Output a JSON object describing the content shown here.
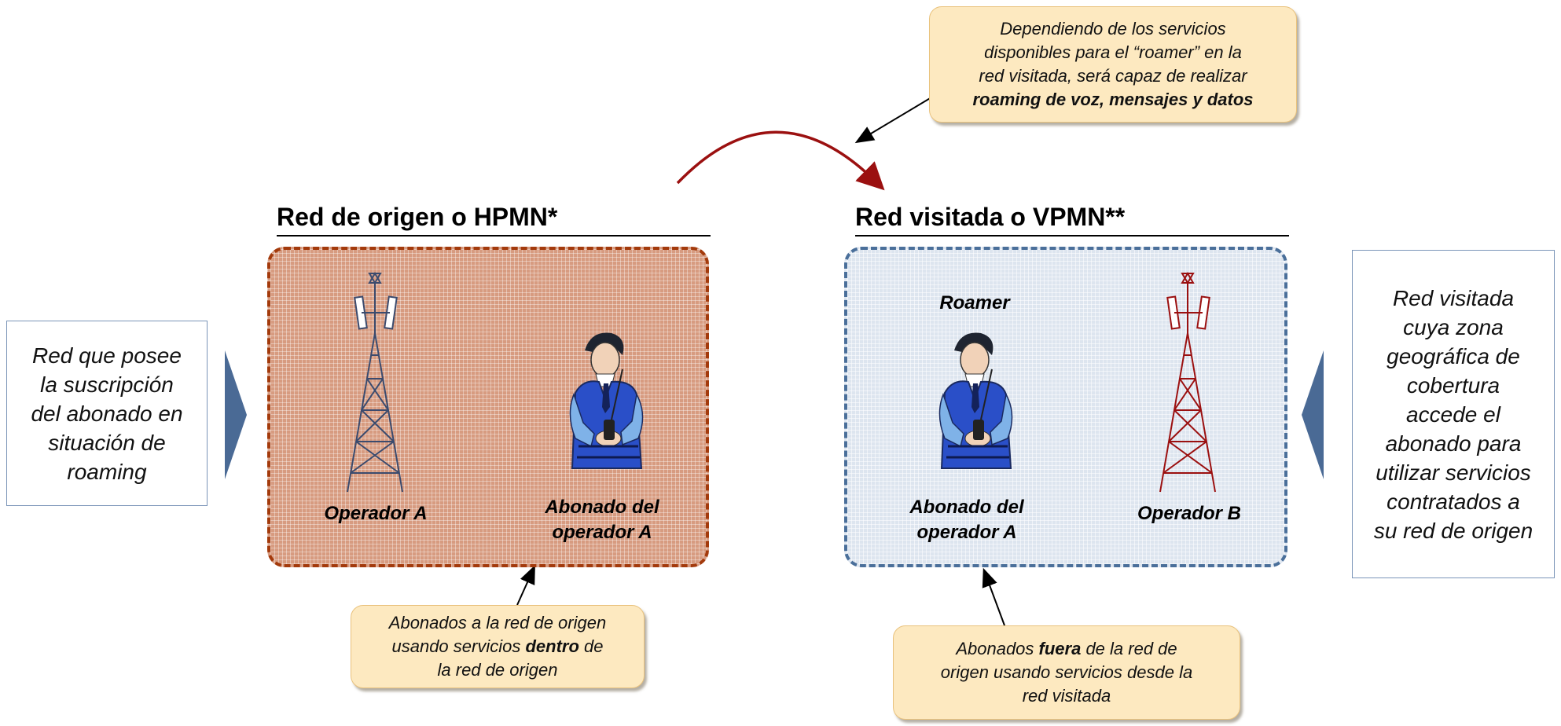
{
  "top_callout": {
    "line1": "Dependiendo de los servicios",
    "line2": "disponibles para el “roamer” en la",
    "line3": "red visitada, será capaz de realizar",
    "bold": "roaming de voz, mensajes y datos"
  },
  "home_network": {
    "title": "Red de origen o HPMN*",
    "tower_label": "Operador A",
    "subscriber_label_line1": "Abonado del",
    "subscriber_label_line2": "operador A"
  },
  "visited_network": {
    "title": "Red visitada o VPMN**",
    "roamer_label": "Roamer",
    "subscriber_label_line1": "Abonado del",
    "subscriber_label_line2": "operador A",
    "tower_label": "Operador B"
  },
  "left_side": {
    "line1": "Red que posee",
    "line2": "la suscripción",
    "line3": "del abonado en",
    "line4": "situación de",
    "line5": "roaming"
  },
  "right_side": {
    "line1": "Red visitada",
    "line2": "cuya zona",
    "line3": "geográfica de",
    "line4": "cobertura",
    "line5": "accede el",
    "line6": "abonado para",
    "line7": "utilizar servicios",
    "line8": "contratados a",
    "line9": "su red de origen"
  },
  "bottom_left_callout": {
    "line1": "Abonados a la red de origen",
    "line2_pre": "usando servicios ",
    "line2_bold": "dentro",
    "line2_post": " de",
    "line3": "la red de origen"
  },
  "bottom_right_callout": {
    "line1_pre": "Abonados ",
    "line1_bold": "fuera",
    "line1_post": " de la red de",
    "line2": "origen usando servicios desde la",
    "line3": "red visitada"
  },
  "colors": {
    "home_border": "#a33a0c",
    "home_fill": "#d79b80",
    "visit_border": "#4a6f9a",
    "visit_fill": "#dde5ef",
    "roaming_arrow": "#9b1010",
    "tower_blue": "#3b4b6e",
    "tower_red": "#9b1010",
    "callout_fill": "#fde9c0",
    "side_triangle": "#4a6a95"
  }
}
